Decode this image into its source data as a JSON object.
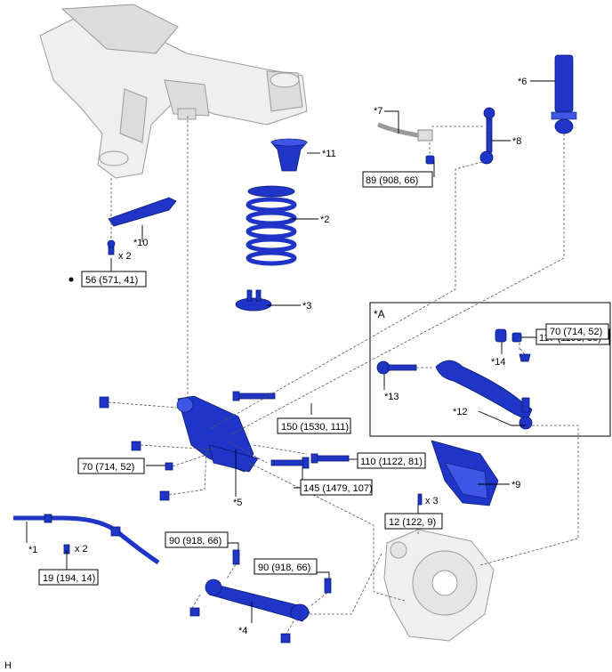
{
  "parts": {
    "p1": "*1",
    "p2": "*2",
    "p3": "*3",
    "p4": "*4",
    "p5": "*5",
    "p6": "*6",
    "p7": "*7",
    "p8": "*8",
    "p9": "*9",
    "p10": "*10",
    "p11": "*11",
    "p12": "*12",
    "p13": "*13",
    "p14": "*14"
  },
  "inset": {
    "label": "*A"
  },
  "torques": {
    "t56": "56 (571, 41)",
    "t89": "89 (908, 66)",
    "t117": "117 (1193, 86)",
    "t70a": "70 (714, 52)",
    "t150": "150 (1530, 111)",
    "t70b": "70 (714, 52)",
    "t110": "110 (1122, 81)",
    "t145": "145 (1479, 107)",
    "t12": "12 (122, 9)",
    "t19": "19 (194, 14)",
    "t90a": "90 (918, 66)",
    "t90b": "90 (918, 66)"
  },
  "qty": {
    "x2a": "x 2",
    "x2b": "x 2",
    "x3": "x 3"
  },
  "marker": "H",
  "colors": {
    "part": "#1e35c8",
    "frame": "#efefef",
    "line": "#000000"
  }
}
